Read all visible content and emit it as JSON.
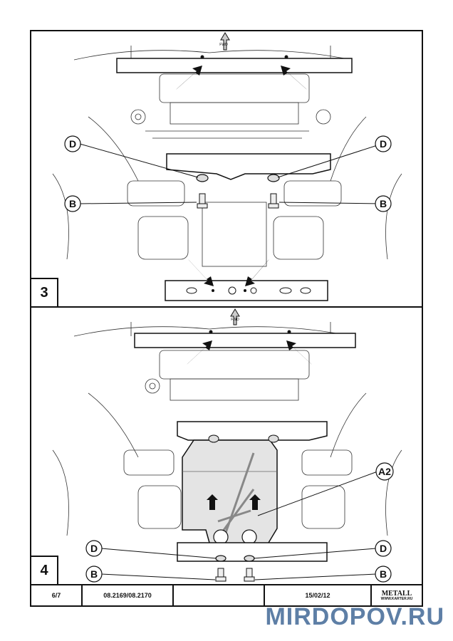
{
  "panels": [
    {
      "step": "3",
      "labels": {
        "d_left": "D",
        "d_right": "D",
        "b_left": "B",
        "b_right": "B"
      }
    },
    {
      "step": "4",
      "labels": {
        "a2": "A2",
        "d_left": "D",
        "d_right": "D",
        "b_left": "B",
        "b_right": "B"
      }
    }
  ],
  "fwd_marker": "FWD",
  "footer": {
    "page": "6/7",
    "part_numbers": "08.2169/08.2170",
    "blank": "",
    "date": "15/02/12",
    "logo_text": "METALL",
    "logo_sub": "WWW.KARTER.RU"
  },
  "watermark": "MIRDOPOV.RU"
}
